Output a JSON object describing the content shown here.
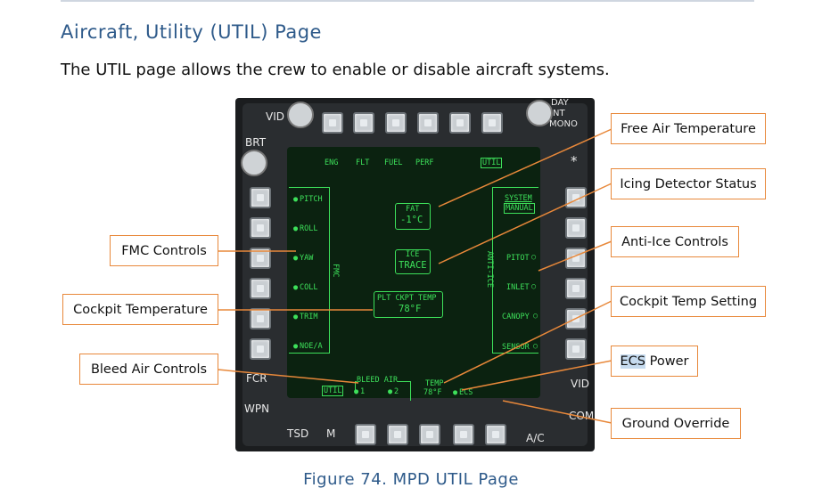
{
  "section_heading": "Aircraft, Utility (UTIL) Page",
  "intro": "The UTIL page allows the crew to enable or disable aircraft systems.",
  "figure_caption": "Figure 74. MPD UTIL Page",
  "callouts": {
    "fat": "Free Air Temperature",
    "icing": "Icing Detector Status",
    "fmc": "FMC Controls",
    "anti_ice": "Anti-Ice Controls",
    "cockpit_temp": "Cockpit Temperature",
    "cockpit_temp_setting": "Cockpit Temp Setting",
    "bleed_air": "Bleed Air Controls",
    "ecs_power_a": "ECS",
    "ecs_power_b": " Power",
    "ground_override": "Ground Override"
  },
  "mpd": {
    "bezel_labels": {
      "vid_top": "VID",
      "brt": "BRT",
      "day": "DAY",
      "nt": "NT",
      "mono": "MONO",
      "asterisk": "*",
      "fcr": "FCR",
      "wpn": "WPN",
      "vid_right": "VID",
      "com": "COM",
      "tsd": "TSD",
      "m": "M",
      "ac": "A/C"
    },
    "top_tabs": [
      "ENG",
      "FLT",
      "FUEL",
      "PERF",
      "UTIL"
    ],
    "fmc_items": [
      "PITCH",
      "ROLL",
      "YAW",
      "COLL",
      "TRIM",
      "NOE/A"
    ],
    "fmc_label": "FMC",
    "anti_ice_label": "ANTI-ICE",
    "system_label": "SYSTEM",
    "system_mode": "MANUAL",
    "anti_ice_items": [
      "PITOT",
      "INLET",
      "CANOPY",
      "SENSOR"
    ],
    "fat_label": "FAT",
    "fat_value": "-1°C",
    "ice_label": "ICE",
    "ice_value": "TRACE",
    "cockpit_temp_label": "PLT CKPT TEMP",
    "cockpit_temp_value": "78°F",
    "bleed_air_label": "BLEED AIR",
    "bleed_1": "1",
    "bleed_2": "2",
    "util_btn": "UTIL",
    "temp_label": "TEMP",
    "temp_value": "78°F",
    "ecs": "ECS"
  }
}
